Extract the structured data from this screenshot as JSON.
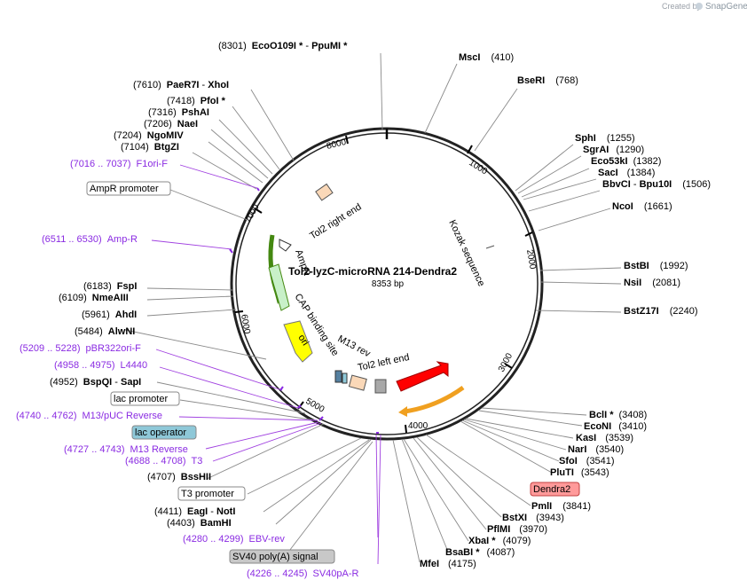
{
  "header": {
    "created_by": "Created by",
    "brand": "SnapGene"
  },
  "plasmid": {
    "name": "Tol2-lyzC-microRNA 214-Dendra2",
    "size": "8353 bp"
  },
  "ticks": [
    "1000",
    "2000",
    "3000",
    "4000",
    "5000",
    "6000",
    "7000",
    "8000"
  ],
  "sites_left": [
    {
      "pos": "(8301)",
      "name": "EcoO109I *",
      "sep": " - ",
      "name2": "PpuMI *"
    },
    {
      "pos": "(7610)",
      "name": "PaeR7I",
      "sep": " - ",
      "name2": "XhoI"
    },
    {
      "pos": "(7418)",
      "name": "PfoI *"
    },
    {
      "pos": "(7316)",
      "name": "PshAI"
    },
    {
      "pos": "(7206)",
      "name": "NaeI"
    },
    {
      "pos": "(7204)",
      "name": "NgoMIV"
    },
    {
      "pos": "(7104)",
      "name": "BtgZI"
    },
    {
      "pos": "(6183)",
      "name": "FspI"
    },
    {
      "pos": "(6109)",
      "name": "NmeAIII"
    },
    {
      "pos": "(5961)",
      "name": "AhdI"
    },
    {
      "pos": "(5484)",
      "name": "AlwNI"
    },
    {
      "pos": "(4952)",
      "name": "BspQI",
      "sep": " - ",
      "name2": "SapI"
    },
    {
      "pos": "(4707)",
      "name": "BssHII"
    },
    {
      "pos": "(4411)",
      "name": "EagI",
      "sep": " - ",
      "name2": "NotI"
    },
    {
      "pos": "(4403)",
      "name": "BamHI"
    }
  ],
  "sites_right": [
    {
      "name": "MscI",
      "pos": "(410)"
    },
    {
      "name": "BseRI",
      "pos": "(768)"
    },
    {
      "name": "SphI",
      "pos": "(1255)"
    },
    {
      "name": "SgrAI",
      "pos": "(1290)"
    },
    {
      "name": "Eco53kI",
      "pos": "(1382)"
    },
    {
      "name": "SacI",
      "pos": "(1384)"
    },
    {
      "name": "BbvCI",
      "sep": " - ",
      "name2": "Bpu10I",
      "pos": "(1506)"
    },
    {
      "name": "NcoI",
      "pos": "(1661)"
    },
    {
      "name": "BstBI",
      "pos": "(1992)"
    },
    {
      "name": "NsiI",
      "pos": "(2081)"
    },
    {
      "name": "BstZ17I",
      "pos": "(2240)"
    },
    {
      "name": "BclI *",
      "pos": "(3408)"
    },
    {
      "name": "EcoNI",
      "pos": "(3410)"
    },
    {
      "name": "KasI",
      "pos": "(3539)"
    },
    {
      "name": "NarI",
      "pos": "(3540)"
    },
    {
      "name": "SfoI",
      "pos": "(3541)"
    },
    {
      "name": "PluTI",
      "pos": "(3543)"
    },
    {
      "name": "PmlI",
      "pos": "(3841)"
    },
    {
      "name": "BstXI",
      "pos": "(3943)"
    },
    {
      "name": "PflMI",
      "pos": "(3970)"
    },
    {
      "name": "XbaI *",
      "pos": "(4079)"
    },
    {
      "name": "BsaBI *",
      "pos": "(4087)"
    },
    {
      "name": "MfeI",
      "pos": "(4175)"
    }
  ],
  "primers": [
    {
      "range": "(7016 .. 7037)",
      "name": "F1ori-F"
    },
    {
      "range": "(6511 .. 6530)",
      "name": "Amp-R"
    },
    {
      "range": "(5209 .. 5228)",
      "name": "pBR322ori-F"
    },
    {
      "range": "(4958 .. 4975)",
      "name": "L4440"
    },
    {
      "range": "(4740 .. 4762)",
      "name": "M13/pUC Reverse"
    },
    {
      "range": "(4727 .. 4743)",
      "name": "M13 Reverse"
    },
    {
      "range": "(4688 .. 4708)",
      "name": "T3"
    },
    {
      "range": "(4280 .. 4299)",
      "name": "EBV-rev"
    },
    {
      "range": "(4226 .. 4245)",
      "name": "SV40pA-R"
    }
  ],
  "boxed_features": {
    "ampr_promoter": "AmpR promoter",
    "lac_promoter": "lac promoter",
    "lac_operator": "lac operator",
    "t3_promoter": "T3 promoter",
    "sv40": "SV40 poly(A) signal",
    "dendra2": "Dendra2"
  },
  "inner_labels": {
    "tol2_right": "Tol2 right end",
    "ampr": "AmpR",
    "cap": "CAP binding site",
    "ori": "ori",
    "m13rev": "M13 rev",
    "tol2_left": "Tol2 left end",
    "kozak": "Kozak sequence"
  },
  "colors": {
    "primer": "#8a2be2",
    "ampr_arrow": "#c8f0c8",
    "ori_arrow": "#ffff00",
    "dendra2_arrow": "#ff0000",
    "orange_arrow": "#f0a020",
    "lac_operator_box": "#8ec8d8",
    "dendra2_box": "#ff9a9a",
    "sv40_box": "#c8c8c8"
  }
}
